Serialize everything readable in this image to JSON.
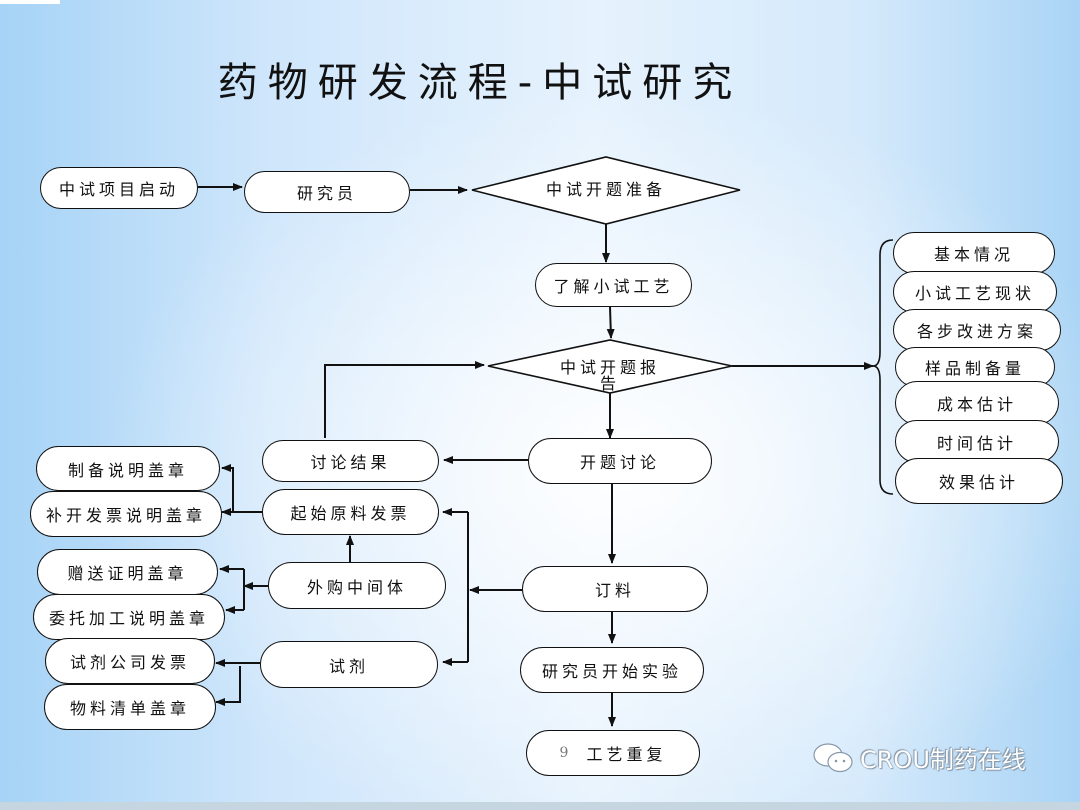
{
  "title": "药物研发流程-中试研究",
  "nodes": {
    "start": "中试项目启动",
    "researcher": "研究员",
    "prep": "中试开题准备",
    "understand": "了解小试工艺",
    "report_line1": "中试开题报",
    "report_line2": "告",
    "discussion": "开题讨论",
    "result": "讨论结果",
    "order": "订料",
    "begin_exp": "研究员开始实验",
    "repeat_num": "9",
    "repeat": "工艺重复",
    "raw_invoice": "起始原料发票",
    "purchased": "外购中间体",
    "reagent": "试剂",
    "prep_seal": "制备说明盖章",
    "reinvoice_seal": "补开发票说明盖章",
    "gift_seal": "赠送证明盖章",
    "entrust_seal": "委托加工说明盖章",
    "reagent_invoice": "试剂公司发票",
    "material_list": "物料清单盖章"
  },
  "report_contents": [
    "基本情况",
    "小试工艺现状",
    "各步改进方案",
    "样品制备量",
    "成本估计",
    "时间估计",
    "效果估计"
  ],
  "watermark": {
    "icon": "wechat-icon",
    "text": "CROU制药在线"
  },
  "colors": {
    "line": "#111111",
    "node_fill": "#ffffff"
  }
}
